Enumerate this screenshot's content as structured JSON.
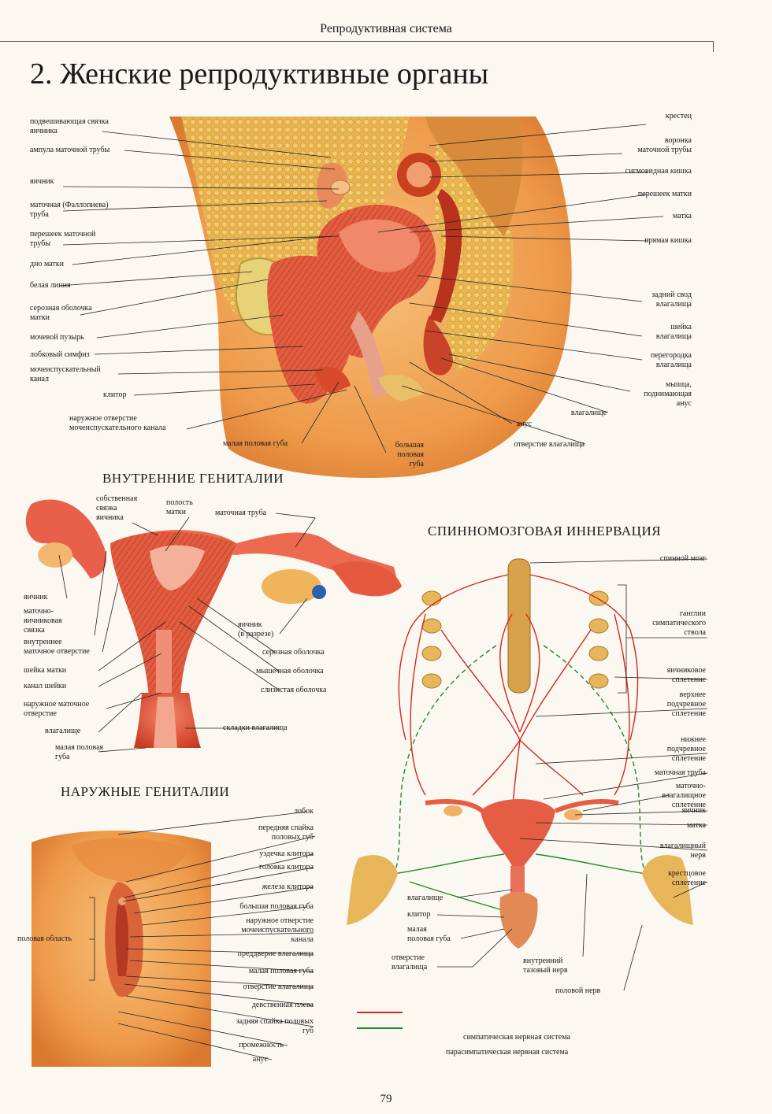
{
  "header": "Репродуктивная система",
  "title": "2.  Женские репродуктивные органы",
  "page_number": "79",
  "sections": {
    "internal": "ВНУТРЕННИЕ ГЕНИТАЛИИ",
    "external": "НАРУЖНЫЕ ГЕНИТАЛИИ",
    "innervation": "СПИННОМОЗГОВАЯ ИННЕРВАЦИЯ"
  },
  "sagittal": {
    "left": [
      "подвешивающая связка\nяичника",
      "ампула маточной трубы",
      "яичник",
      "маточная (Фаллопиева)\nтруба",
      "перешеек маточной\nтрубы",
      "дно матки",
      "белая линия",
      "серозная оболочка\nматки",
      "мочевой пузырь",
      "лобковый симфиз",
      "мочеиспускательный\nканал",
      "клитор",
      "наружное отверстие\nмочеиспускательного канала"
    ],
    "right": [
      "крестец",
      "воронка\nматочной трубы",
      "сигмовидная кишка",
      "перешеек матки",
      "матка",
      "прямая кишка",
      "задний свод\nвлагалища",
      "шейка\nвлагалища",
      "перегородка\nвлагалища",
      "мышца,\nподнимающая\nанус",
      "влагалище",
      "анус",
      "отверстие влагалища"
    ],
    "bottom": [
      "малая половая губа",
      "большая\nполовая\nгуба"
    ]
  },
  "internal": {
    "top": [
      "собственная\nсвязка\nяичника",
      "полость\nматки",
      "маточная труба"
    ],
    "left": [
      "яичник",
      "маточно-\nяичниковая\nсвязка",
      "внутреннее\nматочное отверстие",
      "шейка матки",
      "канал шейки",
      "наружное маточное\nотверстие",
      "влагалище",
      "малая половая\nгуба"
    ],
    "right": [
      "яичник\n(в разрезе)",
      "серозная оболочка",
      "мышечная оболочка",
      "слизистая оболочка",
      "складки влагалища"
    ]
  },
  "external": {
    "left": [
      "половая область"
    ],
    "right": [
      "лобок",
      "передняя спайка\nполовых губ",
      "уздечка клитора",
      "головка клитора",
      "железа клитора",
      "большая половая губа",
      "наружное отверстие\nмочеиспускательного\nканала",
      "преддверие влагалища",
      "малая половая губа",
      "отверстие влагалища",
      "девственная плева",
      "задняя спайка половых\nгуб",
      "промежность",
      "анус"
    ]
  },
  "innervation": {
    "right": [
      "спинной мозг",
      "ганглии\nсимпатического\nствола",
      "яичниковое\nсплетение",
      "верхнее\nподчревное\nсплетение",
      "нижнее\nподчревное\nсплетение",
      "маточная труба",
      "маточно-\nвлагалищное\nсплетение",
      "яичник",
      "матка",
      "влагалищный\nнерв",
      "крестцовое\nсплетение"
    ],
    "bottom": [
      "влагалище",
      "клитор",
      "малая\nполовая губа",
      "отверстие\nвлагалища",
      "внутренний\nтазовый нерв",
      "половой нерв"
    ],
    "legend": [
      "симпатическая нервная система",
      "парасимпатическая нервная система"
    ]
  },
  "colors": {
    "sympathetic": "#d9261c",
    "parasympathetic": "#1f8a2a",
    "tissue": "#e8503a",
    "skin": "#f2a04a",
    "fat": "#e7b04a"
  }
}
